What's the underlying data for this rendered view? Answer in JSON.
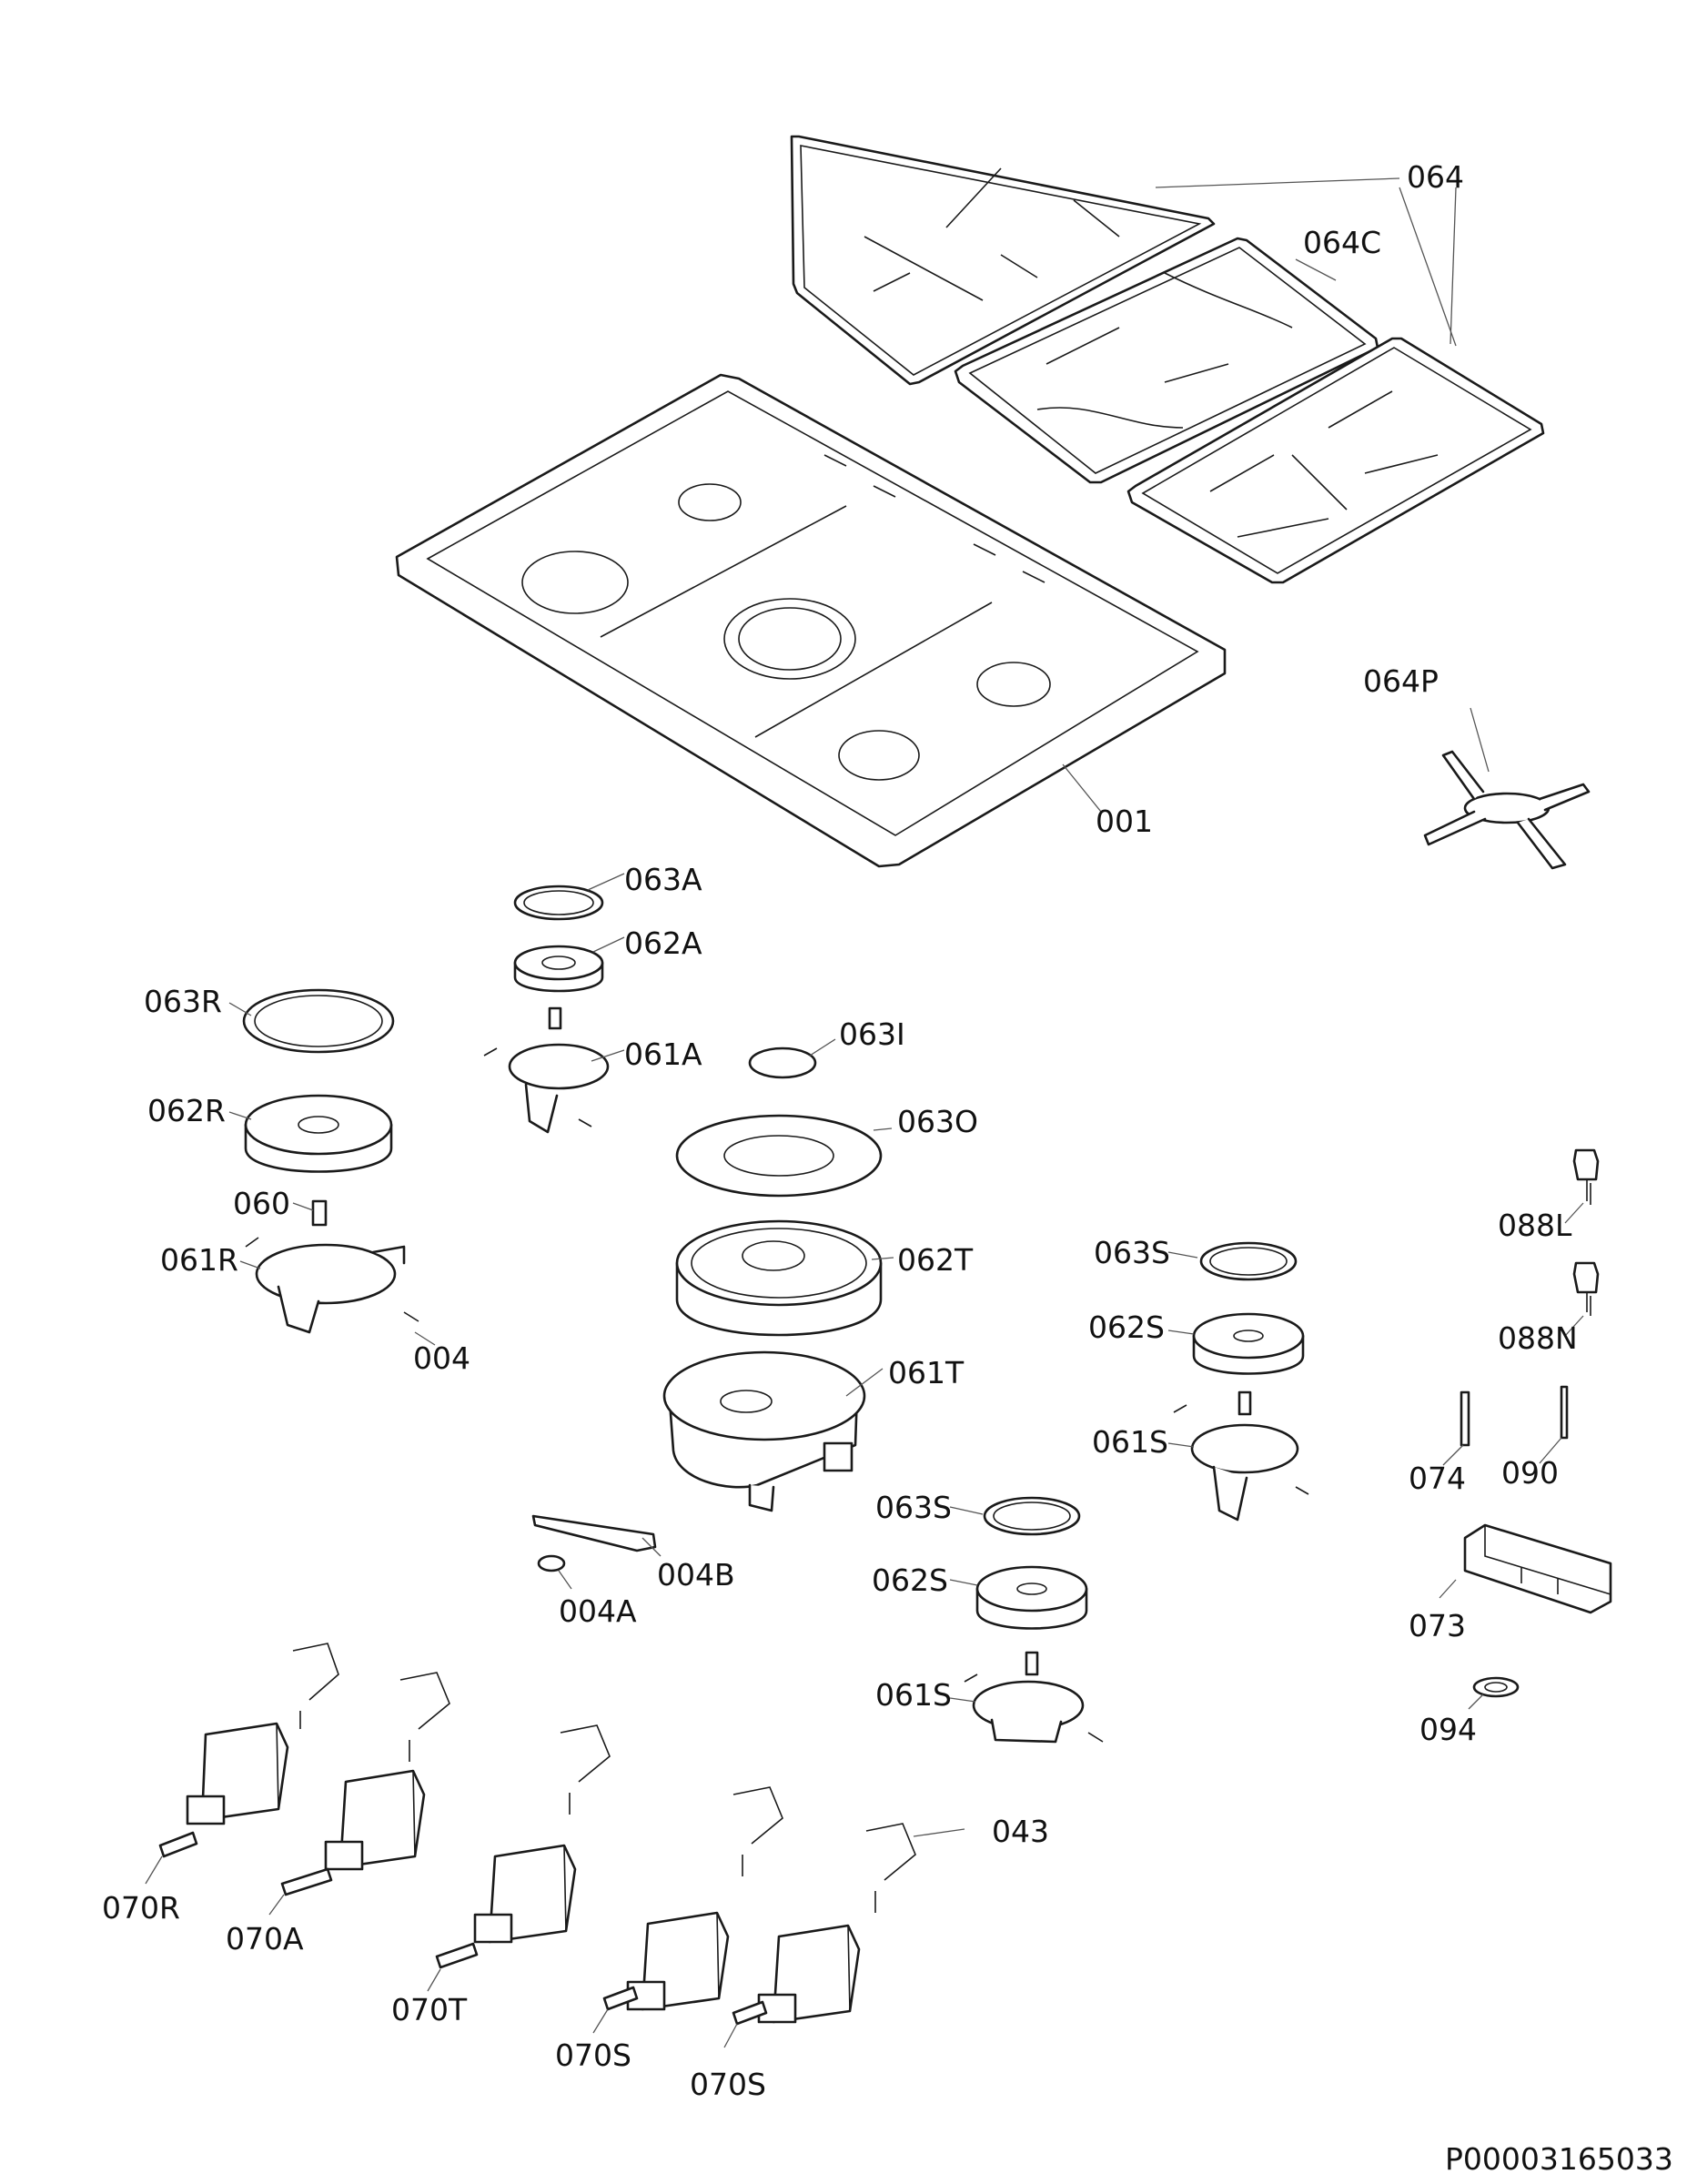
{
  "labels": {
    "l001": "001",
    "l004": "004",
    "l004A": "004A",
    "l004B": "004B",
    "l043": "043",
    "l060": "060",
    "l061A": "061A",
    "l061R": "061R",
    "l061S_a": "061S",
    "l061S_b": "061S",
    "l061T": "061T",
    "l062A": "062A",
    "l062R": "062R",
    "l062S_a": "062S",
    "l062S_b": "062S",
    "l062T": "062T",
    "l063A": "063A",
    "l063I": "063I",
    "l063O": "063O",
    "l063R": "063R",
    "l063S_a": "063S",
    "l063S_b": "063S",
    "l064": "064",
    "l064C": "064C",
    "l064P": "064P",
    "l070R": "070R",
    "l070A": "070A",
    "l070T": "070T",
    "l070S_a": "070S",
    "l070S_b": "070S",
    "l073": "073",
    "l074": "074",
    "l088L": "088L",
    "l088N": "088N",
    "l090": "090",
    "l094": "094"
  },
  "doc_number": "P00003165033"
}
